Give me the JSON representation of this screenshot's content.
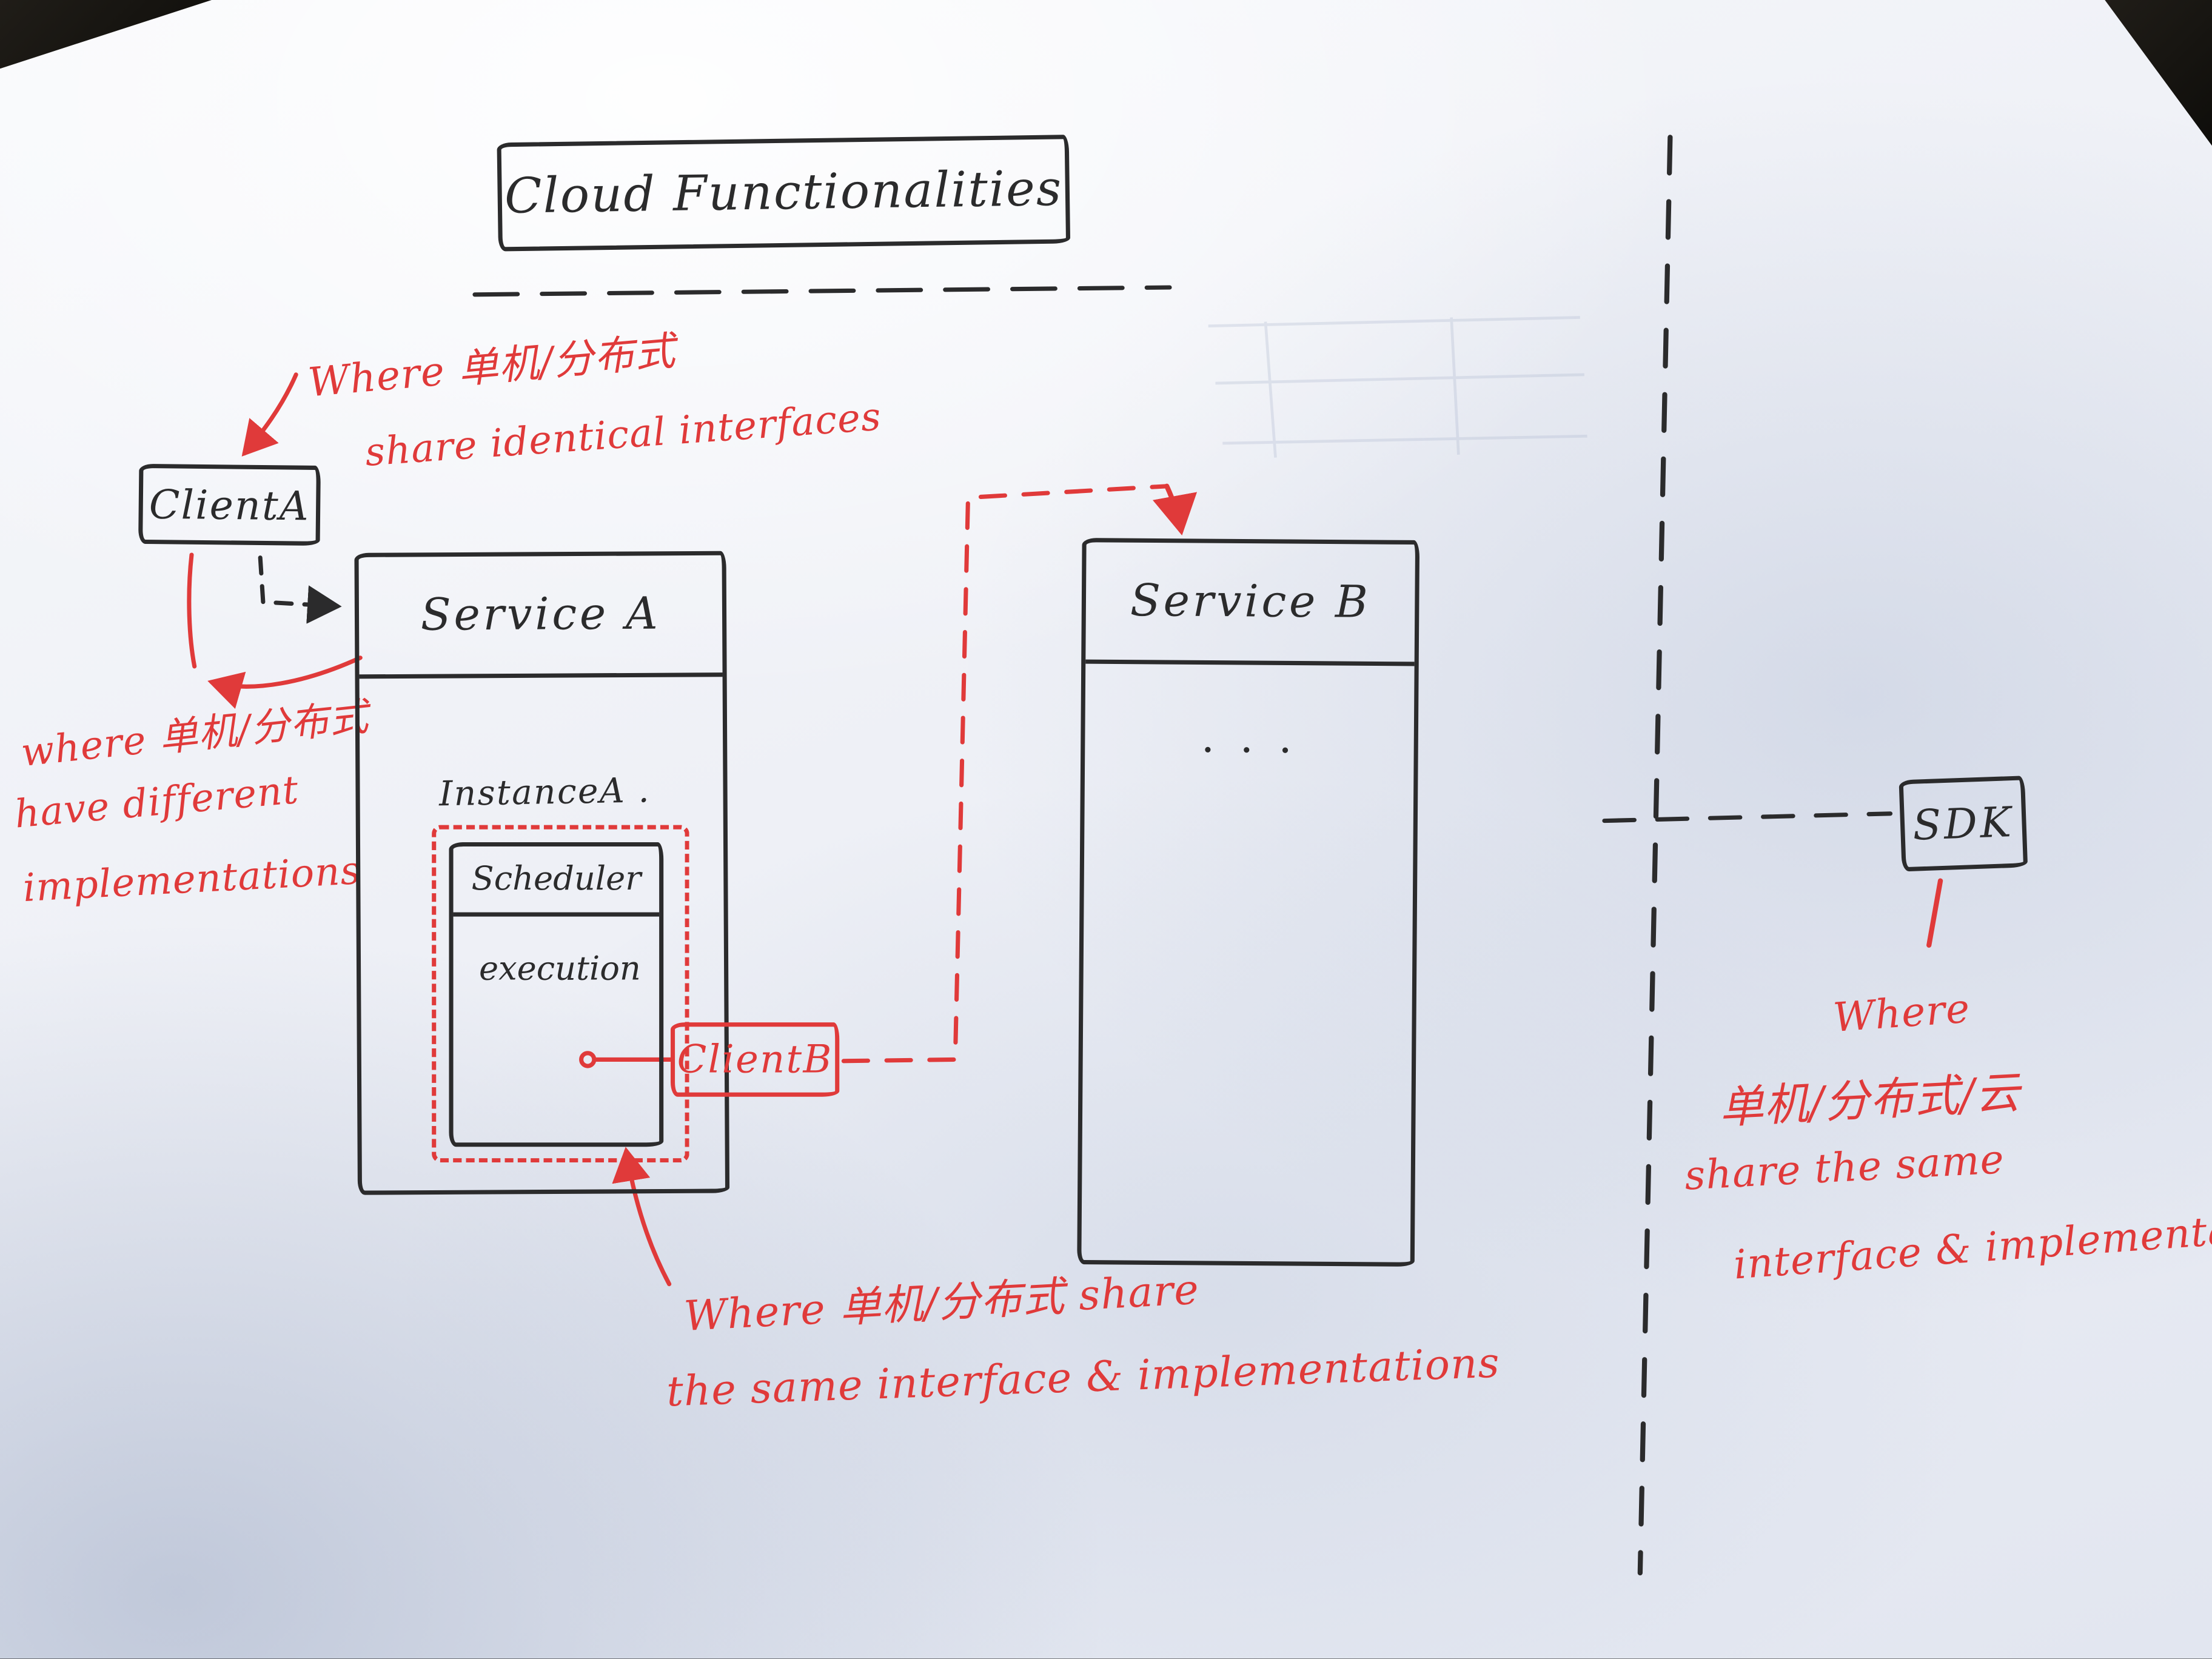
{
  "colors": {
    "ink": "#2b2b2c",
    "red": "#e03a3a",
    "paper": "#eef0f6"
  },
  "title": "Cloud  Functionalities",
  "client_a": {
    "label": "ClientA"
  },
  "service_a": {
    "label": "Service A",
    "instance_label": "InstanceA .",
    "scheduler": "Scheduler",
    "execution": "execution"
  },
  "client_b": {
    "label": "ClientB"
  },
  "service_b": {
    "label": "Service B",
    "body": ". . ."
  },
  "sdk": {
    "label": "SDK"
  },
  "annotations": {
    "top": {
      "line1": "Where 单机/分布式",
      "line2": "share identical interfaces"
    },
    "left": {
      "line1": "where 单机/分布式",
      "line2": "have different",
      "line3": "implementations"
    },
    "bottom": {
      "line1": "Where 单机/分布式  share",
      "line2": "the same  interface & implementations"
    },
    "right": {
      "line1": "Where",
      "line2": "单机/分布式/云",
      "line3": "share the same",
      "line4": "interface & implementation"
    }
  }
}
